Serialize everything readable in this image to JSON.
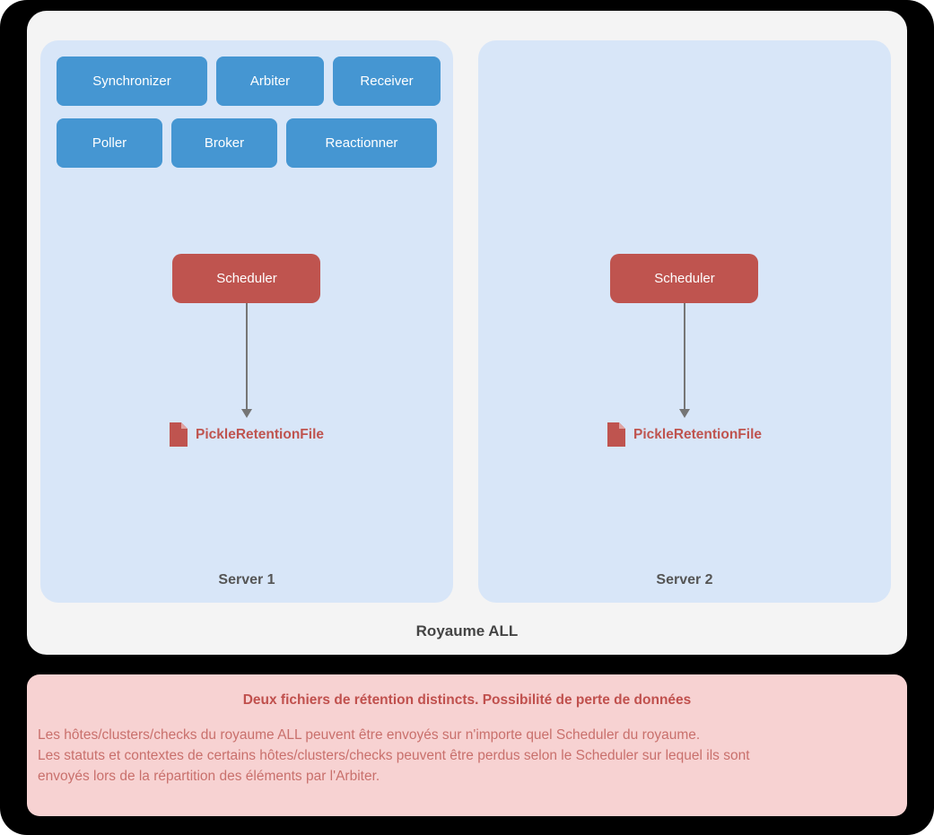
{
  "realm": {
    "label": "Royaume ALL",
    "servers": [
      {
        "label": "Server 1",
        "daemons": [
          "Synchronizer",
          "Arbiter",
          "Receiver",
          "Poller",
          "Broker",
          "Reactionner"
        ],
        "scheduler": "Scheduler",
        "retention": "PickleRetentionFile"
      },
      {
        "label": "Server 2",
        "scheduler": "Scheduler",
        "retention": "PickleRetentionFile"
      }
    ]
  },
  "warning": {
    "title": "Deux fichiers de rétention distincts. Possibilité de perte de données",
    "lines": [
      "Les hôtes/clusters/checks du royaume ALL peuvent être envoyés sur n'importe quel Scheduler du royaume.",
      "Les statuts et contextes de certains hôtes/clusters/checks peuvent être perdus selon le Scheduler sur lequel ils sont",
      "envoyés lors de la répartition des éléments par l'Arbiter."
    ]
  },
  "colors": {
    "bg": "#000000",
    "realm-bg": "#f4f4f4",
    "server-bg": "#d8e6f8",
    "daemon-blue": "#4596d2",
    "scheduler-red": "#bf544f",
    "warning-bg": "#f7d2d2",
    "warning-title": "#c0504d",
    "warning-text": "#c9706c",
    "arrow": "#757575"
  }
}
